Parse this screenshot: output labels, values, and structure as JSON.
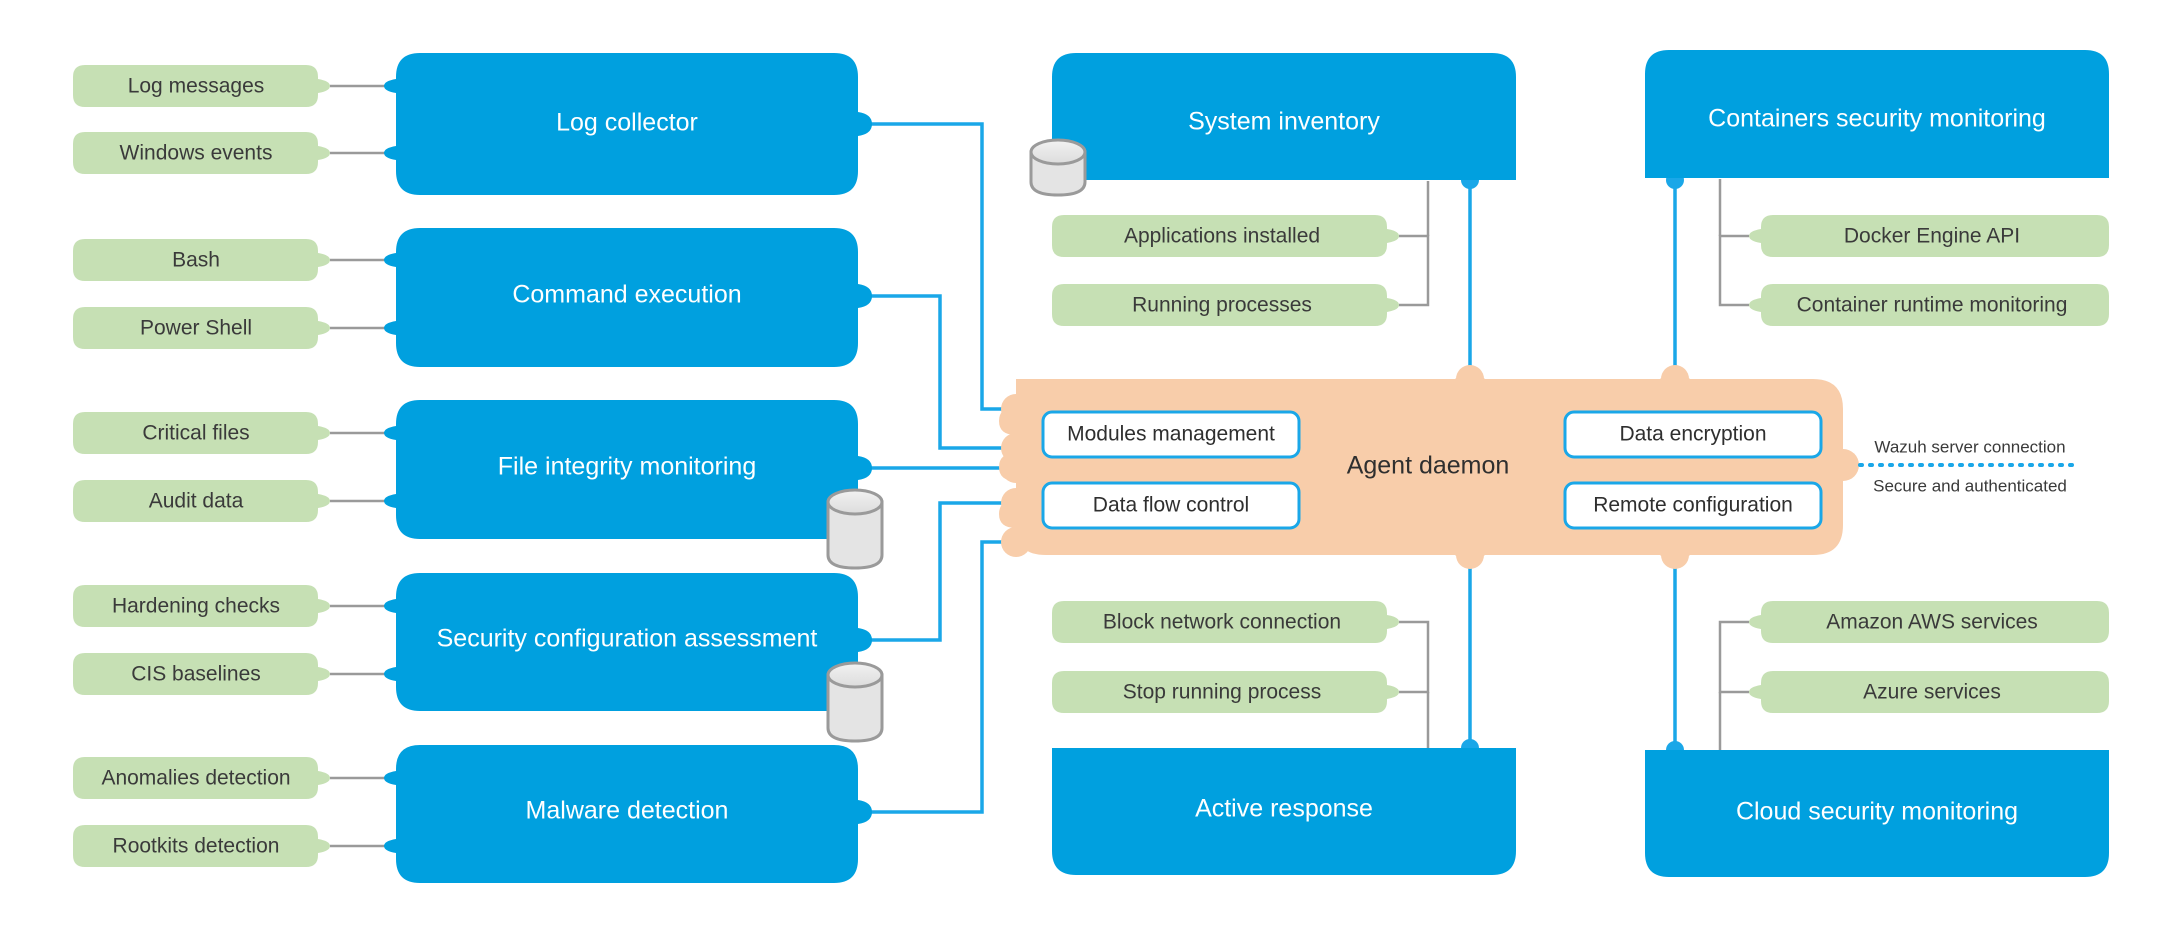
{
  "theme": {
    "blue": "#00A0DF",
    "green": "#C6E0B4",
    "peach": "#F8CDAA",
    "grey_line": "#9a9a9a",
    "blue_line": "#1AA7E8",
    "db_fill": "#E4E4E4",
    "db_stroke": "#9a9a9a",
    "text_dark": "#3a3a3a",
    "text_light": "#ffffff",
    "background": "#ffffff"
  },
  "center": {
    "title": "Agent daemon",
    "inner_modules": [
      {
        "label": "Modules management"
      },
      {
        "label": "Data flow control"
      },
      {
        "label": "Data encryption"
      },
      {
        "label": "Remote configuration"
      }
    ]
  },
  "server_connection": {
    "top_label": "Wazuh server connection",
    "bottom_label": "Secure and authenticated"
  },
  "left_column": [
    {
      "title": "Log collector",
      "inputs": [
        "Log messages",
        "Windows events"
      ],
      "has_database": false
    },
    {
      "title": "Command execution",
      "inputs": [
        "Bash",
        "Power Shell"
      ],
      "has_database": false
    },
    {
      "title": "File integrity monitoring",
      "inputs": [
        "Critical files",
        "Audit data"
      ],
      "has_database": true
    },
    {
      "title": "Security configuration assessment",
      "inputs": [
        "Hardening checks",
        "CIS baselines"
      ],
      "has_database": true
    },
    {
      "title": "Malware detection",
      "inputs": [
        "Anomalies detection",
        "Rootkits detection"
      ],
      "has_database": false
    }
  ],
  "middle_column": [
    {
      "title": "System inventory",
      "position": "top",
      "inputs": [
        "Applications installed",
        "Running processes"
      ],
      "has_database": true
    },
    {
      "title": "Active response",
      "position": "bottom",
      "inputs": [
        "Block network connection",
        "Stop running process"
      ],
      "has_database": false
    }
  ],
  "right_column": [
    {
      "title": "Containers security monitoring",
      "position": "top",
      "inputs": [
        "Docker Engine API",
        "Container runtime monitoring"
      ],
      "has_database": false
    },
    {
      "title": "Cloud security monitoring",
      "position": "bottom",
      "inputs": [
        "Amazon AWS services",
        "Azure services"
      ],
      "has_database": false
    }
  ]
}
